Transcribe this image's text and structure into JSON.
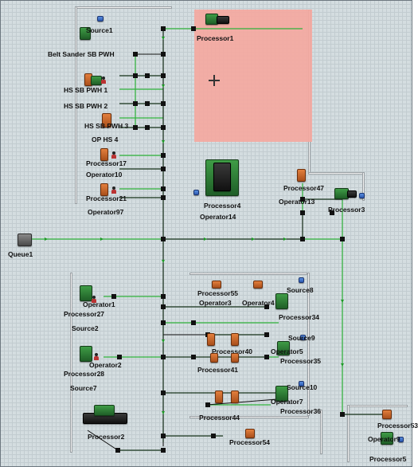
{
  "model": {
    "queues": [
      {
        "label": "Queue1"
      }
    ],
    "processors": [
      {
        "label": "Processor1"
      },
      {
        "label": "Belt Sander SB PWH"
      },
      {
        "label": "HS SB PWH 1"
      },
      {
        "label": "HS SB PWH 2"
      },
      {
        "label": "HS SB PWH 3"
      },
      {
        "label": "OP HS 4"
      },
      {
        "label": "Processor17"
      },
      {
        "label": "Processor21"
      },
      {
        "label": "Processor4"
      },
      {
        "label": "Processor47"
      },
      {
        "label": "Processor3"
      },
      {
        "label": "Processor27"
      },
      {
        "label": "Processor28"
      },
      {
        "label": "Processor2"
      },
      {
        "label": "Processor55"
      },
      {
        "label": "Processor34"
      },
      {
        "label": "Processor40"
      },
      {
        "label": "Processor41"
      },
      {
        "label": "Processor35"
      },
      {
        "label": "Processor44"
      },
      {
        "label": "Processor36"
      },
      {
        "label": "Processor54"
      },
      {
        "label": "Processor53"
      },
      {
        "label": "Processor5"
      }
    ],
    "operators": [
      {
        "label": "Operator10"
      },
      {
        "label": "Operator97"
      },
      {
        "label": "Operator14"
      },
      {
        "label": "Operator13"
      },
      {
        "label": "Operator1"
      },
      {
        "label": "Operator2"
      },
      {
        "label": "Operator3"
      },
      {
        "label": "Operator4"
      },
      {
        "label": "Operator5"
      },
      {
        "label": "Operator7"
      },
      {
        "label": "Operator9"
      }
    ],
    "sources": [
      {
        "label": "Source1"
      },
      {
        "label": "Source2"
      },
      {
        "label": "Source7"
      },
      {
        "label": "Source8"
      },
      {
        "label": "Source9"
      },
      {
        "label": "Source10"
      }
    ],
    "colors": {
      "selection_highlight": "#f4a8a0",
      "connector_line": "#2fb33a",
      "path_line": "#111111",
      "processor_body": "#2f7d34",
      "processor_part": "#d8692a",
      "source_flag": "#3a6fd8"
    }
  }
}
